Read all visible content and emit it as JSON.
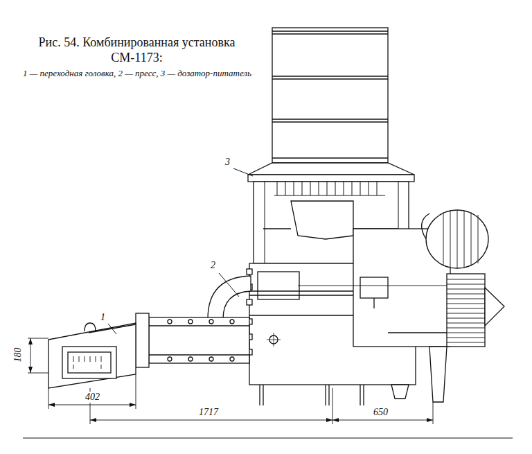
{
  "diagram": {
    "title": "Рис. 54. Комбинированная установка СМ-1173:",
    "caption": "1 — переходная головка, 2 — пресс, 3 — дозатор-питатель",
    "labels": [
      "3",
      "2",
      "1",
      "180",
      "402",
      "1717",
      "650"
    ]
  }
}
